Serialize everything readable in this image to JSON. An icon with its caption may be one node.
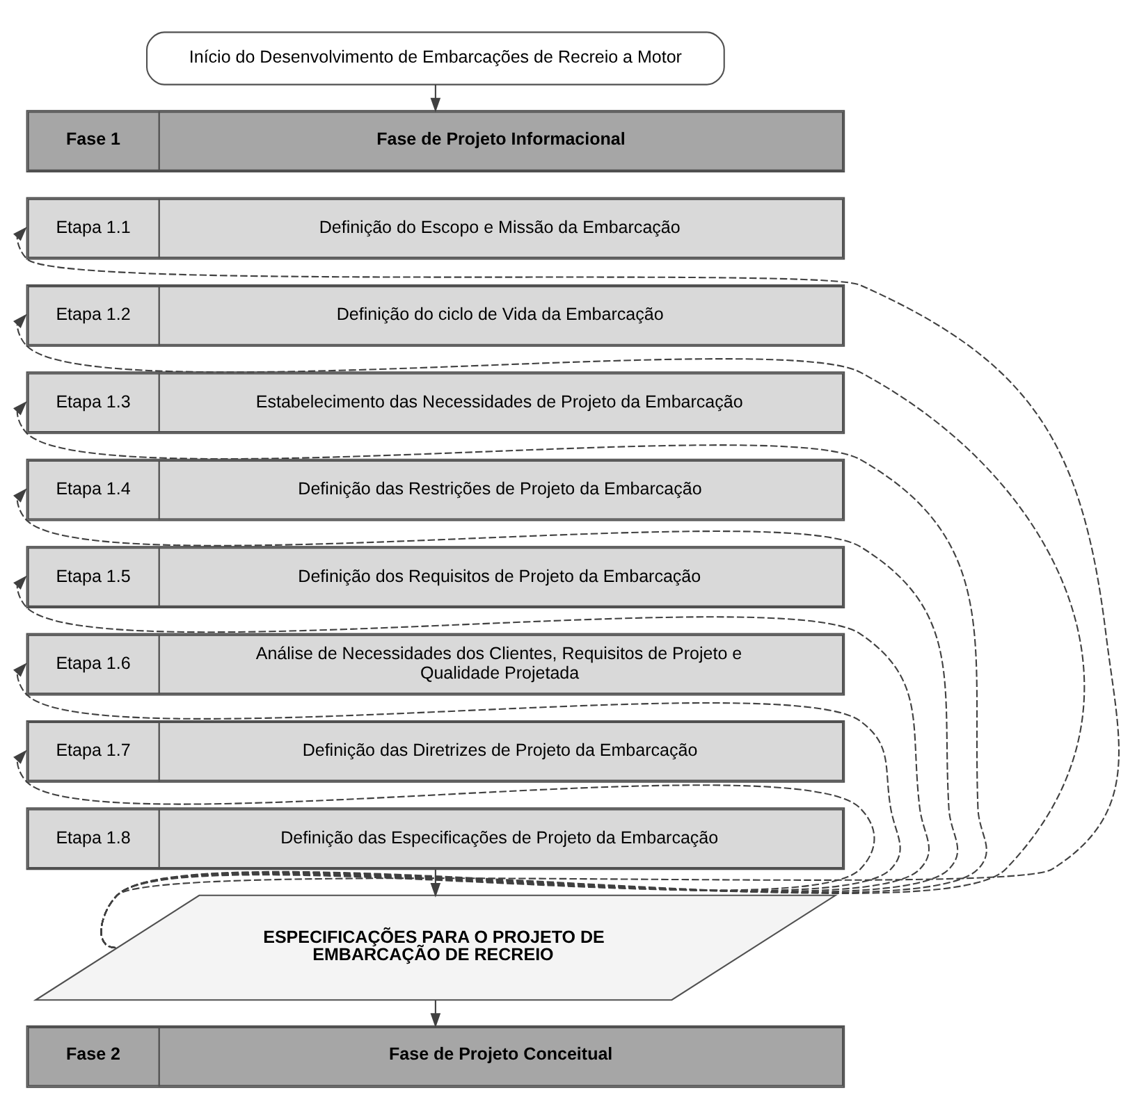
{
  "diagram": {
    "nodes": [
      {
        "text": [
          "Início do Desenvolvimento de Embarcações de Recreio a Motor"
        ]
      },
      {
        "text": [
          "Fase 1",
          "Fase de Projeto Informacional"
        ]
      },
      {
        "text": [
          "Etapa 1.1",
          "Definição do Escopo e Missão da Embarcação"
        ]
      },
      {
        "text": [
          "Etapa 1.2",
          "Definição do ciclo de Vida da Embarcação"
        ]
      },
      {
        "text": [
          "Etapa 1.3",
          "Estabelecimento das Necessidades de Projeto da Embarcação"
        ]
      },
      {
        "text": [
          "Etapa 1.4",
          "Definição das Restrições de Projeto da Embarcação"
        ]
      },
      {
        "text": [
          "Etapa 1.5",
          "Definição dos Requisitos de Projeto da Embarcação"
        ]
      },
      {
        "text": [
          "Etapa 1.6",
          "Análise de Necessidades dos Clientes, Requisitos de Projeto e Qualidade Projetada"
        ]
      },
      {
        "text": [
          "Etapa 1.7",
          "Definição das Diretrizes de Projeto da Embarcação"
        ]
      },
      {
        "text": [
          "Etapa 1.8",
          "Definição das Especificações de Projeto da Embarcação"
        ]
      },
      {
        "text": [
          "ESPECIFICAÇÕES PARA O PROJETO DE EMBARCAÇÃO DE RECREIO"
        ]
      },
      {
        "text": [
          "Fase 2",
          "Fase de Projeto Conceitual"
        ]
      }
    ],
    "edges": [
      {
        "from": 0,
        "to": 1,
        "arrow": "to"
      },
      {
        "from": 9,
        "to": 10,
        "arrow": "to"
      },
      {
        "from": 10,
        "to": 11,
        "arrow": "to"
      },
      {
        "from": 10,
        "to": 2,
        "arrow": "to",
        "style": "dashed"
      },
      {
        "from": 10,
        "to": 3,
        "arrow": "to",
        "style": "dashed"
      },
      {
        "from": 10,
        "to": 4,
        "arrow": "to",
        "style": "dashed"
      },
      {
        "from": 10,
        "to": 5,
        "arrow": "to",
        "style": "dashed"
      },
      {
        "from": 10,
        "to": 6,
        "arrow": "to",
        "style": "dashed"
      },
      {
        "from": 10,
        "to": 7,
        "arrow": "to",
        "style": "dashed"
      },
      {
        "from": 10,
        "to": 8,
        "arrow": "to",
        "style": "dashed"
      }
    ]
  }
}
